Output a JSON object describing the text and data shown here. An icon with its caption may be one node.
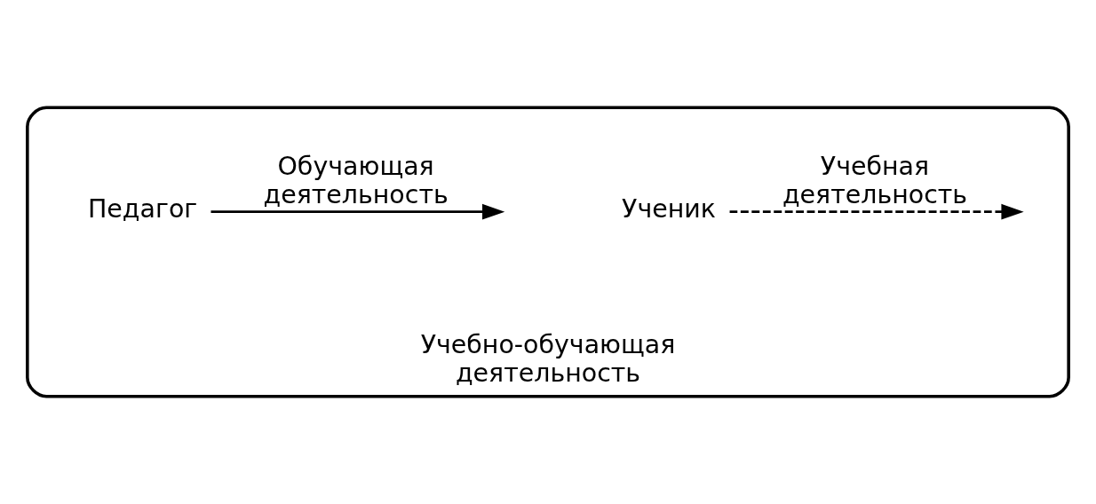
{
  "diagram": {
    "nodes": [
      {
        "text": [
          "Учебно-обучающая деятельность"
        ]
      },
      {
        "text": [
          "Педагог"
        ],
        "in": 0
      },
      {
        "text": [
          "Ученик"
        ],
        "in": 0
      }
    ],
    "edges": [
      {
        "from": 1,
        "to": null,
        "arrow": "to",
        "label": "Обучающая деятельность"
      },
      {
        "from": 2,
        "to": null,
        "arrow": "to",
        "label": "Учебная деятельность",
        "style": "dashed"
      }
    ]
  }
}
